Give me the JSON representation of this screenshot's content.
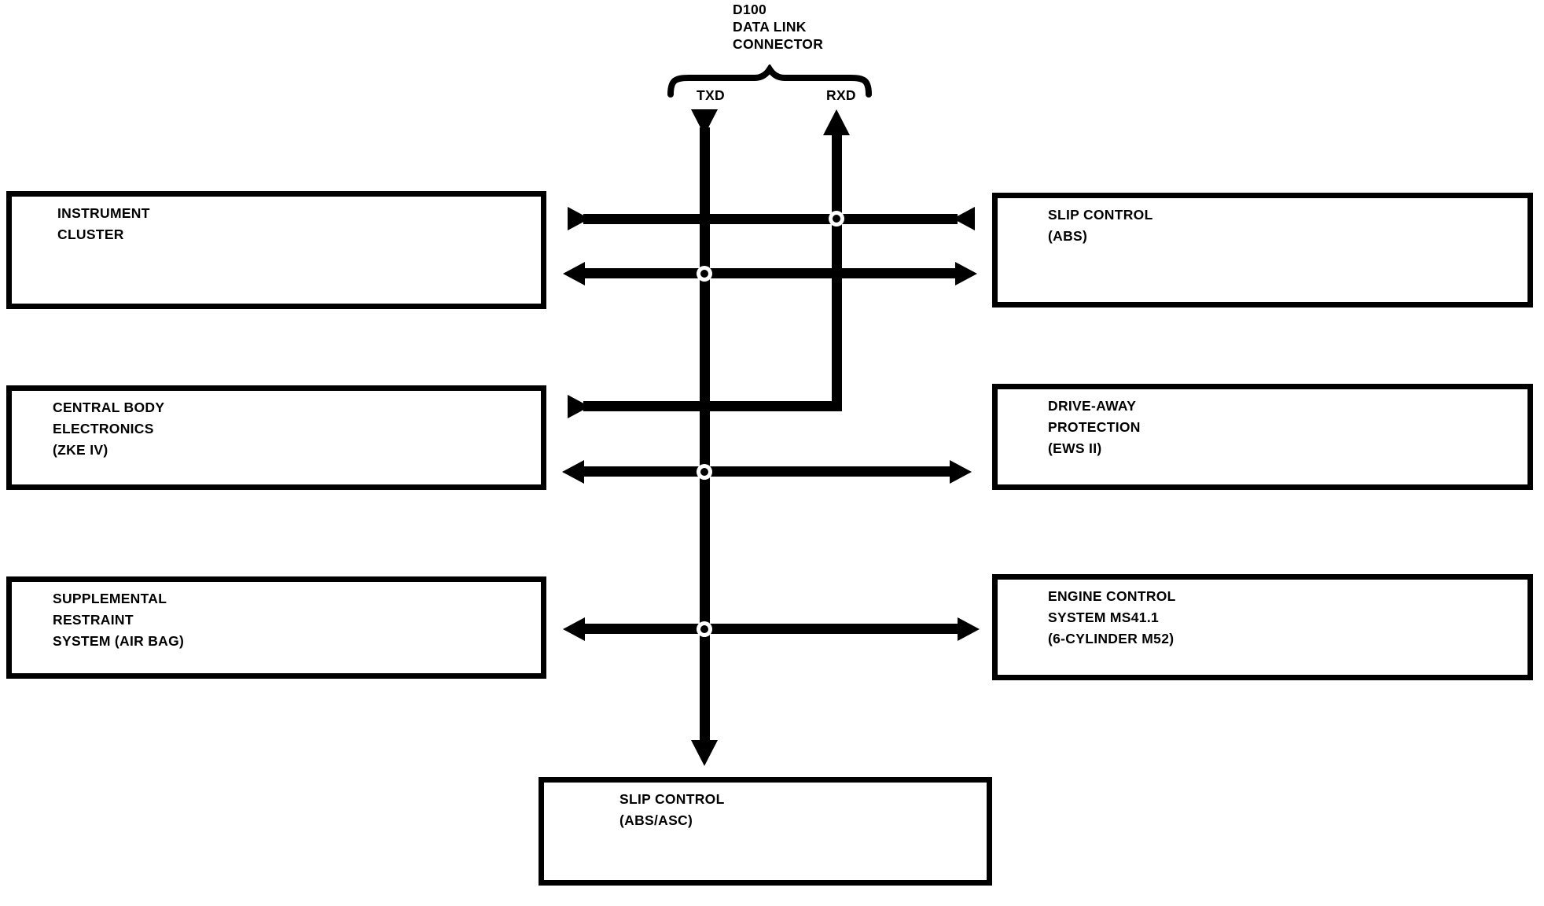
{
  "page": {
    "background_color": "#ffffff",
    "ink_color": "#000000"
  },
  "header": {
    "connector": {
      "line1": "D100",
      "line2": "DATA LINK",
      "line3": "CONNECTOR"
    },
    "txd_label": "TXD",
    "rxd_label": "RXD"
  },
  "modules": {
    "instrument_cluster": {
      "lines": [
        "INSTRUMENT",
        "CLUSTER"
      ]
    },
    "slip_control_abs": {
      "lines": [
        "SLIP CONTROL",
        "(ABS)"
      ]
    },
    "central_body_electronics": {
      "lines": [
        "CENTRAL BODY",
        "ELECTRONICS",
        "(ZKE IV)"
      ]
    },
    "drive_away_protection": {
      "lines": [
        "DRIVE-AWAY",
        "PROTECTION",
        "(EWS II)"
      ]
    },
    "supplemental_restraint_system": {
      "lines": [
        "SUPPLEMENTAL",
        "RESTRAINT",
        "SYSTEM (AIR BAG)"
      ]
    },
    "engine_control_system": {
      "lines": [
        "ENGINE CONTROL",
        "SYSTEM MS41.1",
        "(6-CYLINDER M52)"
      ]
    },
    "slip_control_abs_asc": {
      "lines": [
        "SLIP CONTROL",
        "(ABS/ASC)"
      ]
    }
  },
  "connections": [
    {
      "between": [
        "INSTRUMENT CLUSTER",
        "SLIP CONTROL (ABS)"
      ],
      "arrowheads": "inward",
      "junction_on": "RXD"
    },
    {
      "between": [
        "INSTRUMENT CLUSTER",
        "SLIP CONTROL (ABS)"
      ],
      "arrowheads": "outward",
      "junction_on": "TXD"
    },
    {
      "between": [
        "CENTRAL BODY ELECTRONICS (ZKE IV)",
        "D100 RXD"
      ],
      "arrowheads": "right-then-up-to-connector"
    },
    {
      "between": [
        "CENTRAL BODY ELECTRONICS (ZKE IV)",
        "DRIVE-AWAY PROTECTION (EWS II)"
      ],
      "arrowheads": "outward",
      "junction_on": "TXD"
    },
    {
      "between": [
        "SUPPLEMENTAL RESTRAINT SYSTEM (AIR BAG)",
        "ENGINE CONTROL SYSTEM MS41.1 (6-CYLINDER M52)"
      ],
      "arrowheads": "outward",
      "junction_on": "TXD"
    },
    {
      "between": [
        "D100 TXD",
        "SLIP CONTROL (ABS/ASC)"
      ],
      "arrowheads": "down"
    }
  ]
}
